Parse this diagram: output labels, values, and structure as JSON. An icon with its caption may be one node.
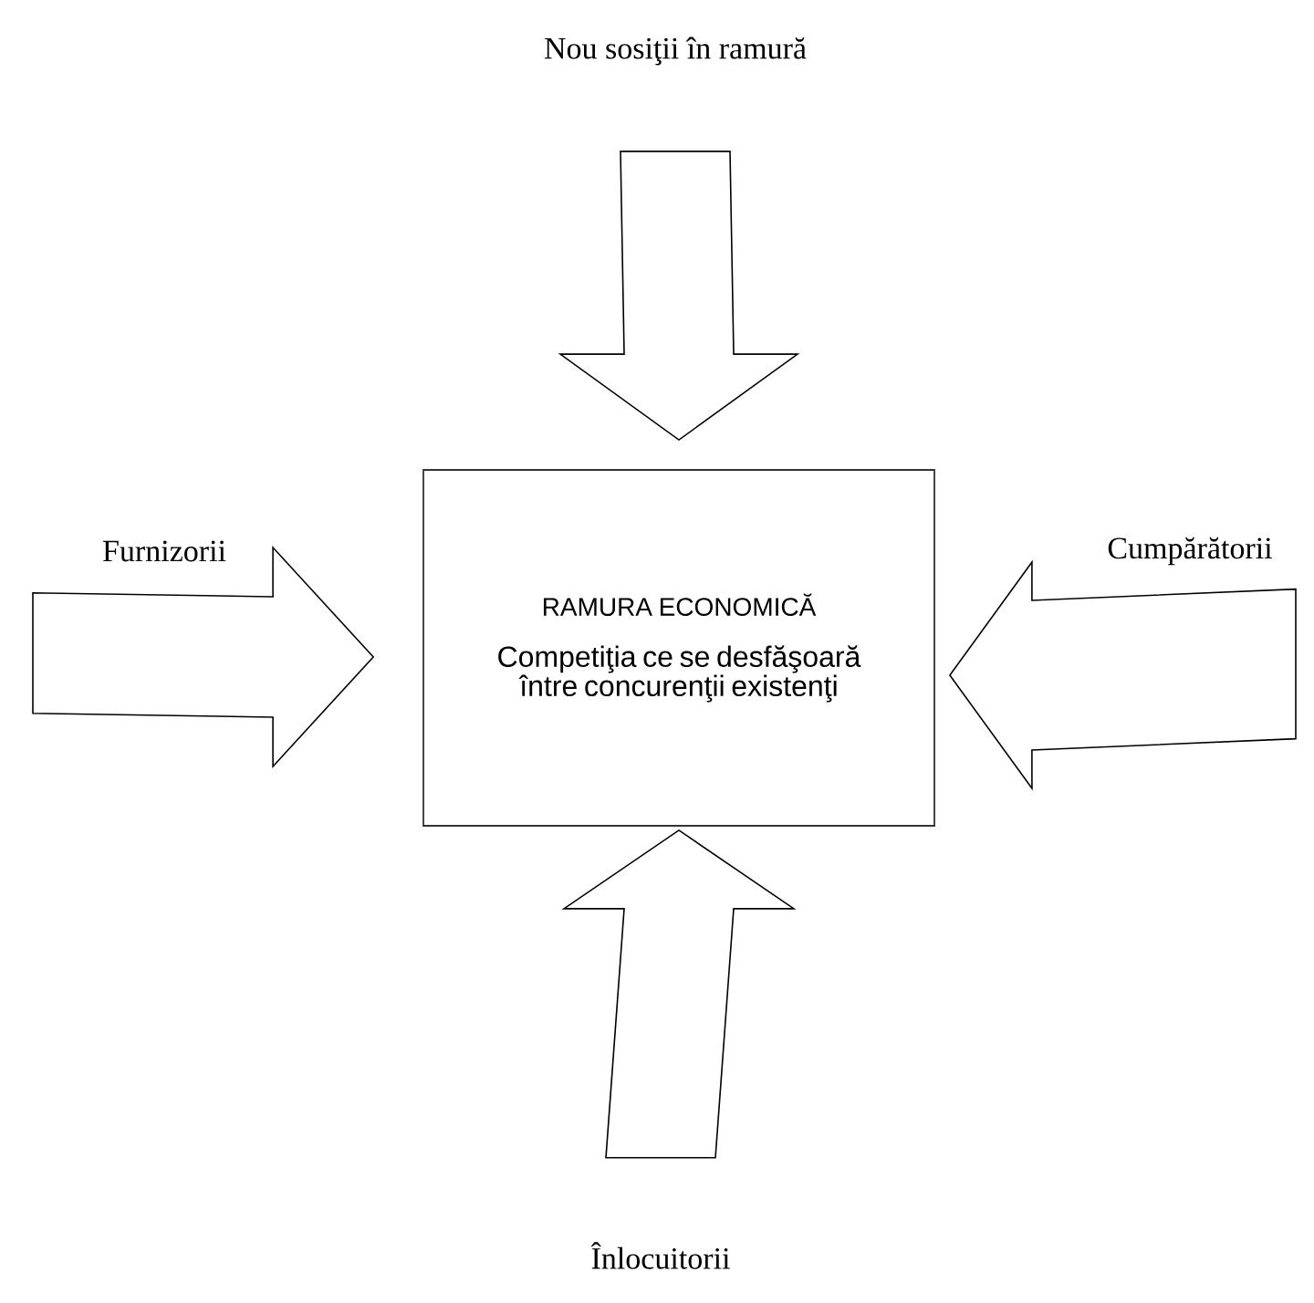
{
  "diagram": {
    "nodes": [
      {
        "text": [
          "RAMURA ECONOMICĂ",
          "Competiţia ce se desfăşoară între concurenţii existenţi"
        ]
      },
      {
        "text": [
          "Nou sosiţii în ramură"
        ]
      },
      {
        "text": [
          "Furnizorii"
        ]
      },
      {
        "text": [
          "Cumpărătorii"
        ]
      },
      {
        "text": [
          "Înlocuitorii"
        ]
      }
    ],
    "edges": [
      {
        "from": 1,
        "to": 0,
        "arrow": "to"
      },
      {
        "from": 2,
        "to": 0,
        "arrow": "to"
      },
      {
        "from": 3,
        "to": 0,
        "arrow": "to"
      },
      {
        "from": 4,
        "to": 0,
        "arrow": "to"
      }
    ]
  }
}
